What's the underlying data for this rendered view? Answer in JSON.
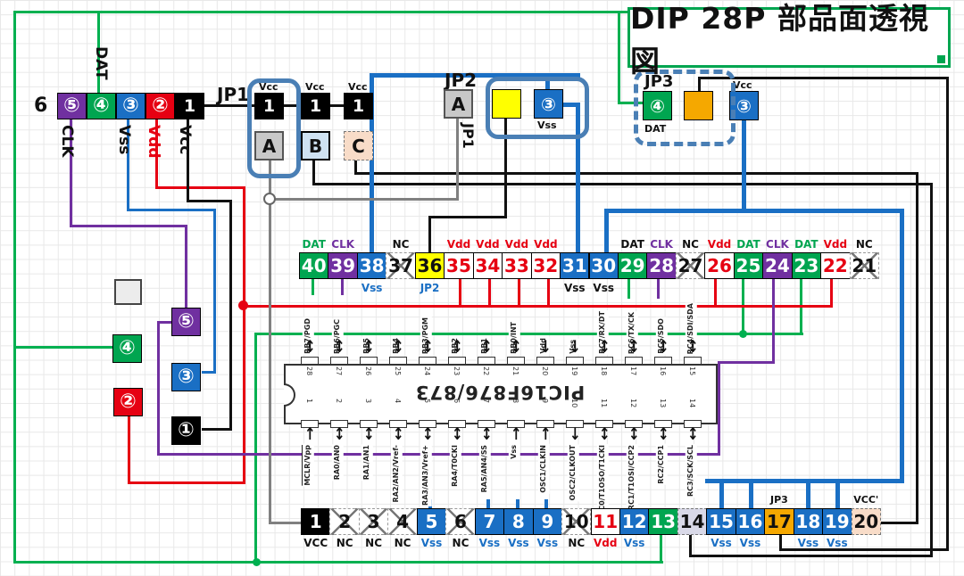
{
  "title": "DIP 28P 部品面透視図",
  "colors": {
    "green": "#00a550",
    "purple": "#7030a0",
    "blue": "#1a6fc4",
    "red": "#e60012",
    "yellow": "#ffff00",
    "orange": "#f5a800",
    "peach": "#f8dcc8",
    "lavender": "#d9d9e8",
    "light_blue": "#cfe2f2",
    "gray": "#c8c8c8",
    "wire_green": "#00b050",
    "frame_blue": "#4a7fb5",
    "black": "#111111",
    "white": "#ffffff"
  },
  "top_left_block": {
    "index_label": "6",
    "cells": [
      {
        "label": "⑤",
        "color": "purple"
      },
      {
        "label": "④",
        "color": "green"
      },
      {
        "label": "③",
        "color": "blue"
      },
      {
        "label": "②",
        "color": "red"
      },
      {
        "label": "1",
        "color": "black"
      }
    ],
    "side_labels": {
      "dat": "DAT",
      "clk": "CLK",
      "vss": "Vss",
      "vdd": "Vdd",
      "vcc": "Vcc"
    }
  },
  "jp1": {
    "label": "JP1",
    "columns": [
      {
        "top_label": "Vcc",
        "pin": "1",
        "socket": "A",
        "socket_color": "gray"
      },
      {
        "top_label": "Vcc",
        "pin": "1",
        "socket": "B",
        "socket_color": "light_blue"
      },
      {
        "top_label": "Vcc",
        "pin": "1",
        "socket": "C",
        "socket_color": "peach"
      }
    ]
  },
  "jp2": {
    "label": "JP2",
    "socket": "A",
    "wire_label": "JP1",
    "below_label": "Vss",
    "cells": [
      {
        "label": "",
        "color": "yellow"
      },
      {
        "label": "③",
        "color": "blue"
      }
    ]
  },
  "jp3": {
    "label": "JP3",
    "below_label": "DAT",
    "cells": [
      {
        "label": "④",
        "color": "green"
      },
      {
        "label": "",
        "color": "orange"
      }
    ],
    "right_cell": {
      "label": "③",
      "top_label": "Vcc",
      "color": "blue"
    }
  },
  "mid_markers": [
    {
      "label": "⑤",
      "color": "purple"
    },
    {
      "label": "④",
      "color": "green"
    },
    {
      "label": "③",
      "color": "blue"
    },
    {
      "label": "②",
      "color": "red"
    },
    {
      "label": "①",
      "color": "black"
    }
  ],
  "top_row": {
    "pins": [
      {
        "n": "40",
        "style": "green",
        "above": "DAT",
        "above_color": "green"
      },
      {
        "n": "39",
        "style": "purple",
        "above": "CLK",
        "above_color": "purple"
      },
      {
        "n": "38",
        "style": "blue",
        "below": "Vss",
        "below_color": "blue"
      },
      {
        "n": "37",
        "style": "nc",
        "above": "NC",
        "above_color": "black"
      },
      {
        "n": "36",
        "style": "yellow",
        "below": "JP2",
        "below_color": "blue"
      },
      {
        "n": "35",
        "style": "vdd",
        "above": "Vdd",
        "above_color": "red"
      },
      {
        "n": "34",
        "style": "vdd",
        "above": "Vdd",
        "above_color": "red"
      },
      {
        "n": "33",
        "style": "vdd",
        "above": "Vdd",
        "above_color": "red"
      },
      {
        "n": "32",
        "style": "vdd",
        "above": "Vdd",
        "above_color": "red"
      },
      {
        "n": "31",
        "style": "blue",
        "below": "Vss",
        "below_color": "black"
      },
      {
        "n": "30",
        "style": "blue",
        "below": "Vss",
        "below_color": "black"
      },
      {
        "n": "29",
        "style": "green",
        "above": "DAT",
        "above_color": "black"
      },
      {
        "n": "28",
        "style": "purple",
        "above": "CLK",
        "above_color": "purple"
      },
      {
        "n": "27",
        "style": "nc",
        "above": "NC",
        "above_color": "black"
      },
      {
        "n": "26",
        "style": "vdd",
        "above": "Vdd",
        "above_color": "red"
      },
      {
        "n": "25",
        "style": "green",
        "above": "DAT",
        "above_color": "green"
      },
      {
        "n": "24",
        "style": "purple",
        "above": "CLK",
        "above_color": "purple"
      },
      {
        "n": "23",
        "style": "green",
        "above": "DAT",
        "above_color": "green"
      },
      {
        "n": "22",
        "style": "vdd",
        "above": "Vdd",
        "above_color": "red"
      },
      {
        "n": "21",
        "style": "nc",
        "above": "NC",
        "above_color": "black"
      }
    ]
  },
  "bottom_row": {
    "pins": [
      {
        "n": "1",
        "style": "black",
        "below": "VCC",
        "below_color": "black"
      },
      {
        "n": "2",
        "style": "nc",
        "below": "NC",
        "below_color": "black"
      },
      {
        "n": "3",
        "style": "nc",
        "below": "NC",
        "below_color": "black"
      },
      {
        "n": "4",
        "style": "nc",
        "below": "NC",
        "below_color": "black"
      },
      {
        "n": "5",
        "style": "blue",
        "below": "Vss",
        "below_color": "blue"
      },
      {
        "n": "6",
        "style": "nc",
        "below": "NC",
        "below_color": "black"
      },
      {
        "n": "7",
        "style": "blue",
        "below": "Vss",
        "below_color": "blue"
      },
      {
        "n": "8",
        "style": "blue",
        "below": "Vss",
        "below_color": "blue"
      },
      {
        "n": "9",
        "style": "blue",
        "below": "Vss",
        "below_color": "blue"
      },
      {
        "n": "10",
        "style": "nc",
        "below": "NC",
        "below_color": "black"
      },
      {
        "n": "11",
        "style": "vdd",
        "below": "Vdd",
        "below_color": "red"
      },
      {
        "n": "12",
        "style": "blue",
        "below": "Vss",
        "below_color": "blue"
      },
      {
        "n": "13",
        "style": "green"
      },
      {
        "n": "14",
        "style": "lavender"
      },
      {
        "n": "15",
        "style": "blue",
        "below": "Vss",
        "below_color": "blue"
      },
      {
        "n": "16",
        "style": "blue",
        "below": "Vss",
        "below_color": "blue"
      },
      {
        "n": "17",
        "style": "orange",
        "above": "JP3",
        "above_color": "black"
      },
      {
        "n": "18",
        "style": "blue",
        "below": "Vss",
        "below_color": "blue"
      },
      {
        "n": "19",
        "style": "blue",
        "below": "Vss",
        "below_color": "blue"
      },
      {
        "n": "20",
        "style": "peach",
        "above": "VCC'",
        "above_color": "black"
      }
    ]
  },
  "chip": {
    "name": "PIC16F876/873",
    "top_pins": [
      {
        "n": "28",
        "label": "RB7/PGD",
        "arrow": "both"
      },
      {
        "n": "27",
        "label": "RB6/PGC",
        "arrow": "both"
      },
      {
        "n": "26",
        "label": "RB5",
        "arrow": "both"
      },
      {
        "n": "25",
        "label": "RB4",
        "arrow": "both"
      },
      {
        "n": "24",
        "label": "RB3/PGM",
        "arrow": "both"
      },
      {
        "n": "23",
        "label": "RB2",
        "arrow": "both"
      },
      {
        "n": "22",
        "label": "RB1",
        "arrow": "both"
      },
      {
        "n": "21",
        "label": "RB0/INT",
        "arrow": "both"
      },
      {
        "n": "20",
        "label": "Vdd",
        "arrow": "down"
      },
      {
        "n": "19",
        "label": "Vss",
        "arrow": "down"
      },
      {
        "n": "18",
        "label": "RC7/RX/DT",
        "arrow": "both"
      },
      {
        "n": "17",
        "label": "RC6/TX/CK",
        "arrow": "both"
      },
      {
        "n": "16",
        "label": "RC5/SDO",
        "arrow": "both"
      },
      {
        "n": "15",
        "label": "RC4/SDI/SDA",
        "arrow": "both"
      }
    ],
    "bottom_pins": [
      {
        "n": "1",
        "label": "MCLR/Vpp",
        "arrow": "up",
        "bar": true
      },
      {
        "n": "2",
        "label": "RA0/AN0",
        "arrow": "both"
      },
      {
        "n": "3",
        "label": "RA1/AN1",
        "arrow": "both"
      },
      {
        "n": "4",
        "label": "RA2/AN2/Vref-",
        "arrow": "both"
      },
      {
        "n": "5",
        "label": "RA3/AN3/Vref+",
        "arrow": "both"
      },
      {
        "n": "6",
        "label": "RA4/T0CKI",
        "arrow": "both"
      },
      {
        "n": "7",
        "label": "RA5/AN4/SS",
        "arrow": "both"
      },
      {
        "n": "8",
        "label": "Vss",
        "arrow": "up"
      },
      {
        "n": "9",
        "label": "OSC1/CLKIN",
        "arrow": "up"
      },
      {
        "n": "10",
        "label": "OSC2/CLKOUT",
        "arrow": "down"
      },
      {
        "n": "11",
        "label": "RC0/T1OSO/T1CKI",
        "arrow": "both"
      },
      {
        "n": "12",
        "label": "RC1/T1OSI/CCP2",
        "arrow": "both"
      },
      {
        "n": "13",
        "label": "RC2/CCP1",
        "arrow": "both"
      },
      {
        "n": "14",
        "label": "RC3/SCK/SCL",
        "arrow": "both"
      }
    ]
  }
}
